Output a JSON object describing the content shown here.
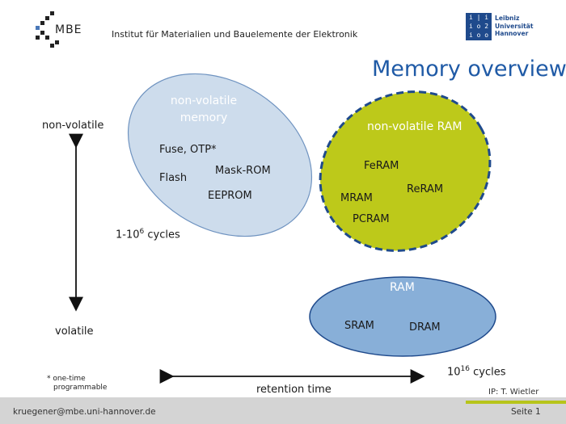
{
  "header": {
    "logo_text": "MBE",
    "institute": "Institut für Materialien und Bauelemente der Elektronik",
    "university_logo": [
      "Leibniz",
      "Universität",
      "Hannover"
    ],
    "university_mark": [
      "i | i",
      "i o 2",
      "i o o 4"
    ]
  },
  "slide": {
    "title": "Memory overview",
    "axis_top": "non-volatile",
    "axis_bottom": "volatile",
    "axis_horizontal": "retention time",
    "cycles_left_prefix": "1-10",
    "cycles_left_exp": "6",
    "cycles_left_suffix": " cycles",
    "cycles_right_prefix": "10",
    "cycles_right_exp": "16",
    "cycles_right_suffix": " cycles",
    "footnote_line1": "* one-time",
    "footnote_line2": "programmable",
    "credit": "IP: T. Wietler"
  },
  "groups": {
    "nvm": {
      "title_line1": "non-volatile",
      "title_line2": "memory",
      "items": [
        "Fuse, OTP*",
        "Flash",
        "Mask-ROM",
        "EEPROM"
      ],
      "color": "#cddcec"
    },
    "nvram": {
      "title": "non-volatile RAM",
      "items": [
        "FeRAM",
        "ReRAM",
        "MRAM",
        "PCRAM"
      ],
      "color": "#bdc91a"
    },
    "ram": {
      "title": "RAM",
      "items": [
        "SRAM",
        "DRAM"
      ],
      "color": "#88afd8"
    }
  },
  "footer": {
    "email": "kruegener@mbe.uni-hannover.de",
    "page": "Seite 1"
  }
}
